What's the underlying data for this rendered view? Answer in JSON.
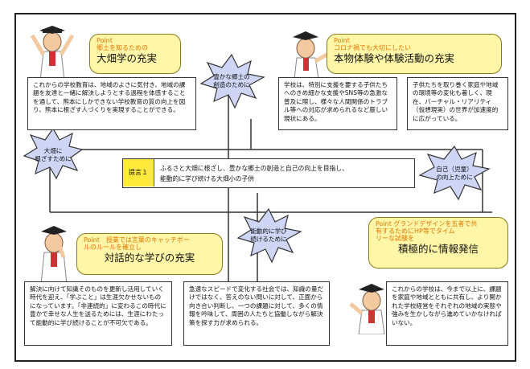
{
  "teigen": {
    "label": "提言１",
    "line1": "ふるさと大畑に根ざし、豊かな郷土の創造と自己の向上を目指し、",
    "line2": "能動的に学び続ける大畑小の子供"
  },
  "stars": {
    "top": "豊かな郷土の\n創造のために",
    "left": "大畑に\n根ざすために",
    "right": "自己（児童）\nの向上ために",
    "bottom": "能動的に学び\n続けるために"
  },
  "points": {
    "p1": {
      "point": "Point\n郷土を知るための",
      "title": "大畑学の充実"
    },
    "p2": {
      "point": "Point\nコロナ禍でも大切にしたい",
      "title": "本物体験や体験活動の充実"
    },
    "p3": {
      "point": "Point　授業では言葉のキャッチボー\nルのルールを確立し",
      "title": "対話的な学びの充実"
    },
    "p4": {
      "point": "Point グランドデザインを五者で共\n有するためにHP等でタイム\nリーな試験を",
      "title": "積極的に情報発信"
    }
  },
  "texts": {
    "t1": "これからの学校教育は、地域のよさに気付き、地域の課題を友達と一緒に解決しようとする過程を体感することを通して、熊本にしかできない学校教育の質の向上を図り、熊本に根ざす人づくりを実現することができる。",
    "t2": "学校は、特別に支援を要する子供たちへのきめ細かな支援やSNS等の急激な普及に際し、様々な人間関係のトラブル等への対応が求められるなど厳しい現状にある。",
    "t3": "子供たちを取り巻く家庭や地域の環境等の変化も著しく、現在、バーチャル・リアリティ（仮想現実）の世界が加速度的に広がっている。",
    "t4": "解決に向けて知識そのものを更新し活用していく時代を迎え、「学ぶこと」は生涯欠かせないものになっています。「非連続的」に変わるこの時代に豊かで幸せな人生を送るためには、生涯にわたって能動的に学び続けることが不可欠である。",
    "t5": "急速なスピードで変化する社会では、知識の量だけではなく、答えのない問いに対して、正面から向き合い判断し、一つの課題に対して、多くの情報を吟味して、周囲の人たちと協働しながら解決策を探す力が求められる。",
    "t6": "これからの学校は、今まで以上に、課題を家庭や地域とともに共有し、より開かれた学校経営をそれぞれの地域の実態や強みを生かしながら進めていかなければいない。"
  }
}
